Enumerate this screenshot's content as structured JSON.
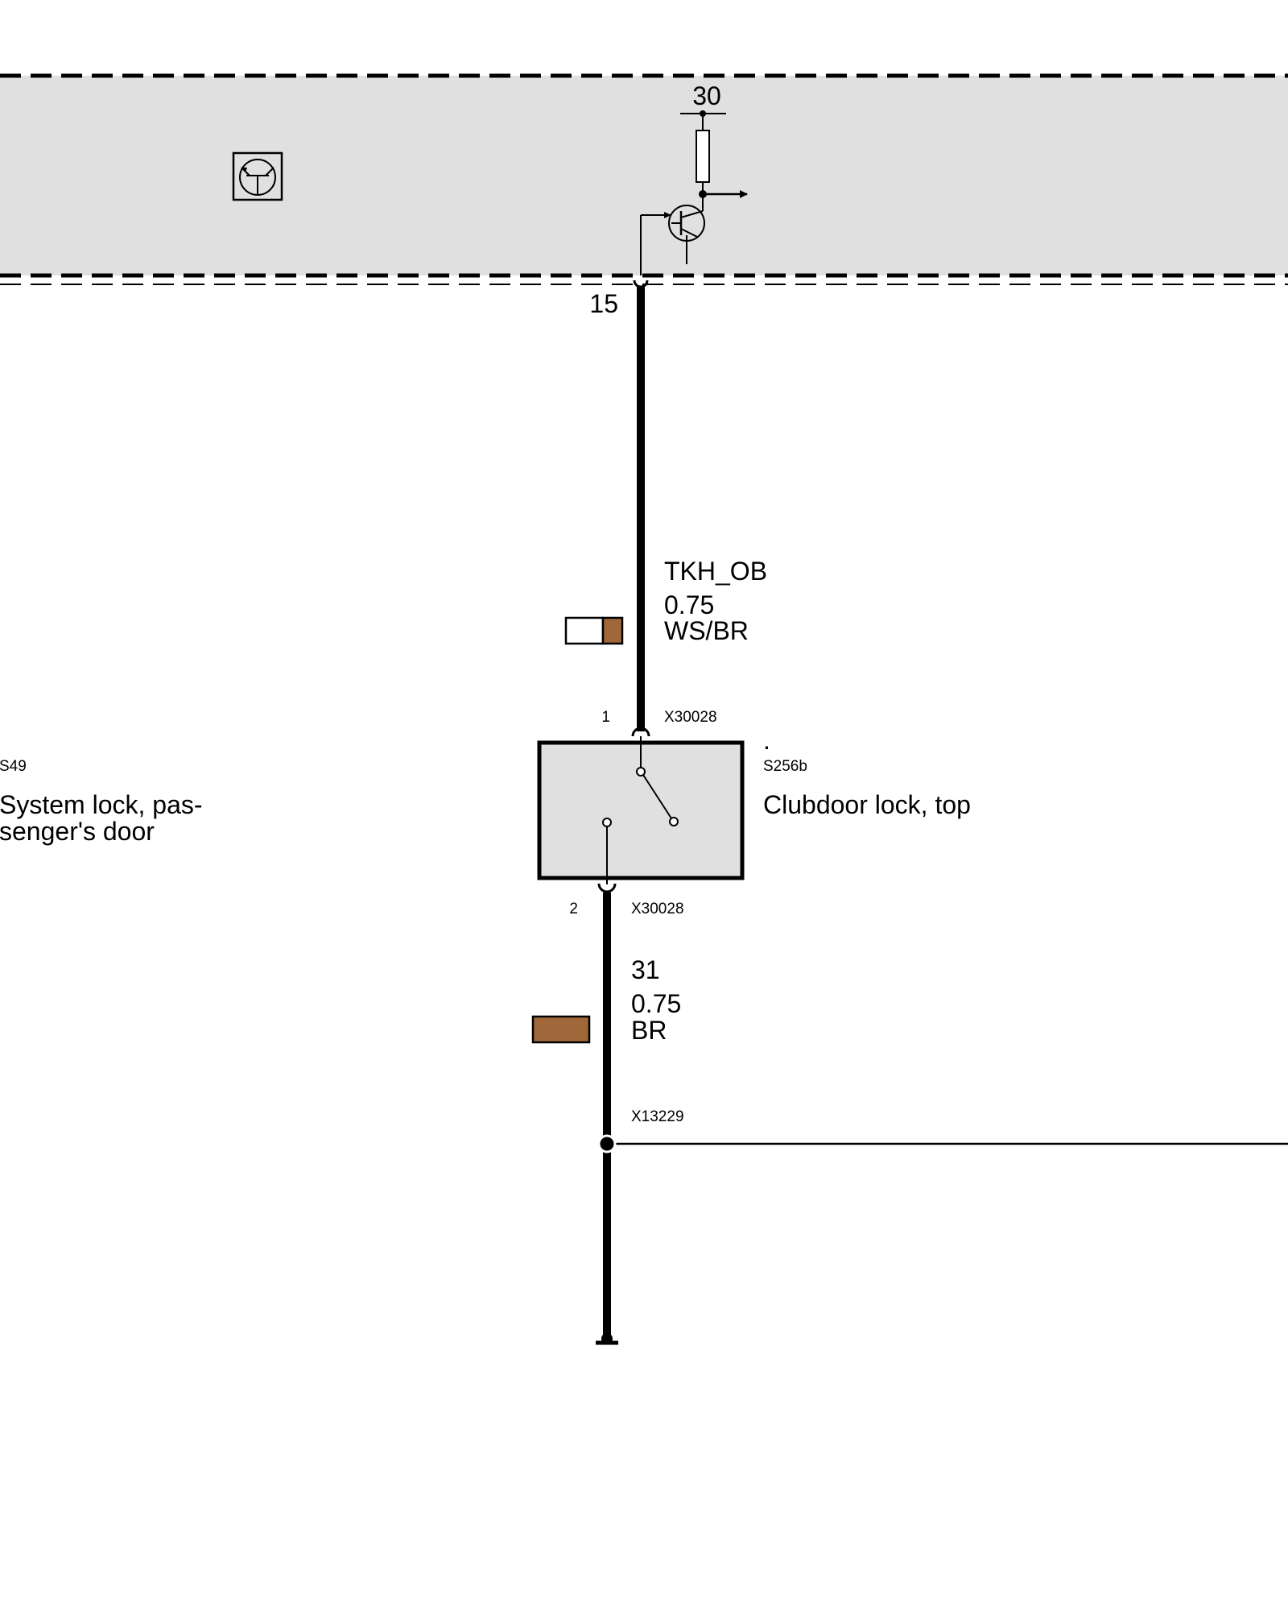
{
  "control_unit": {
    "terminal_supply": "30",
    "pin": "15",
    "icon": "transistor-icon"
  },
  "wire_top": {
    "signal": "TKH_OB",
    "cross_section": "0.75",
    "color_code": "WS/BR",
    "swatch_colors": [
      "#ffffff",
      "#a0683a"
    ]
  },
  "switch": {
    "pin_top": "1",
    "connector_top": "X30028",
    "dot": ".",
    "id": "S256b",
    "name": "Clubdoor lock, top",
    "pin_bottom": "2",
    "connector_bottom": "X30028"
  },
  "neighbor": {
    "dot": ".",
    "id": "S49",
    "name_line1": "System lock, pas-",
    "name_line2": "senger's door"
  },
  "wire_bottom": {
    "signal": "31",
    "cross_section": "0.75",
    "color_code": "BR",
    "swatch_color": "#a0683a"
  },
  "splice": {
    "id": "X13229"
  }
}
